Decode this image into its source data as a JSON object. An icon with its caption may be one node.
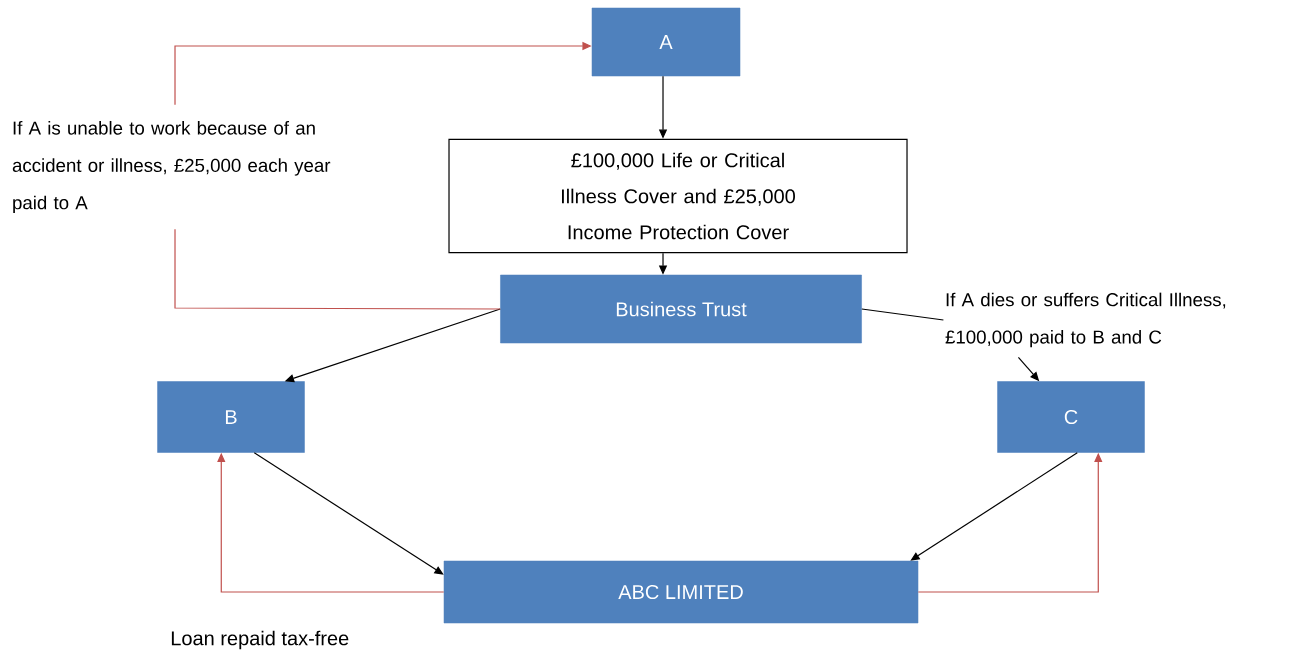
{
  "diagram": {
    "nodes": [
      {
        "text": [
          "A"
        ]
      },
      {
        "text": [
          "£100,000 Life or Critical Illness Cover and £25,000 Income Protection Cover"
        ]
      },
      {
        "text": [
          "Business Trust"
        ]
      },
      {
        "text": [
          "B"
        ]
      },
      {
        "text": [
          "C"
        ]
      },
      {
        "text": [
          "ABC LIMITED"
        ]
      },
      {
        "text": [
          "If A is unable to work because of an accident or illness, £25,000 each year paid to A"
        ]
      },
      {
        "text": [
          "If A dies or suffers Critical Illness, £100,000 paid to B and C"
        ]
      }
    ],
    "edges": [
      {
        "from": 0,
        "to": 1,
        "arrow": "to"
      },
      {
        "from": 1,
        "to": 2,
        "arrow": "to"
      },
      {
        "from": 2,
        "to": 3,
        "arrow": "to"
      },
      {
        "from": 2,
        "to": 7,
        "arrow": "none"
      },
      {
        "from": 7,
        "to": 4,
        "arrow": "to"
      },
      {
        "from": 2,
        "to": 6,
        "arrow": "none",
        "color": "#c0504d"
      },
      {
        "from": 6,
        "to": 0,
        "arrow": "to",
        "color": "#c0504d"
      },
      {
        "from": 3,
        "to": 5,
        "arrow": "to"
      },
      {
        "from": 4,
        "to": 5,
        "arrow": "to"
      },
      {
        "from": 5,
        "to": 3,
        "arrow": "to",
        "color": "#c0504d"
      },
      {
        "from": 5,
        "to": 4,
        "arrow": "to",
        "color": "#c0504d"
      }
    ],
    "labels": [
      "Loan repaid tax-free"
    ]
  }
}
